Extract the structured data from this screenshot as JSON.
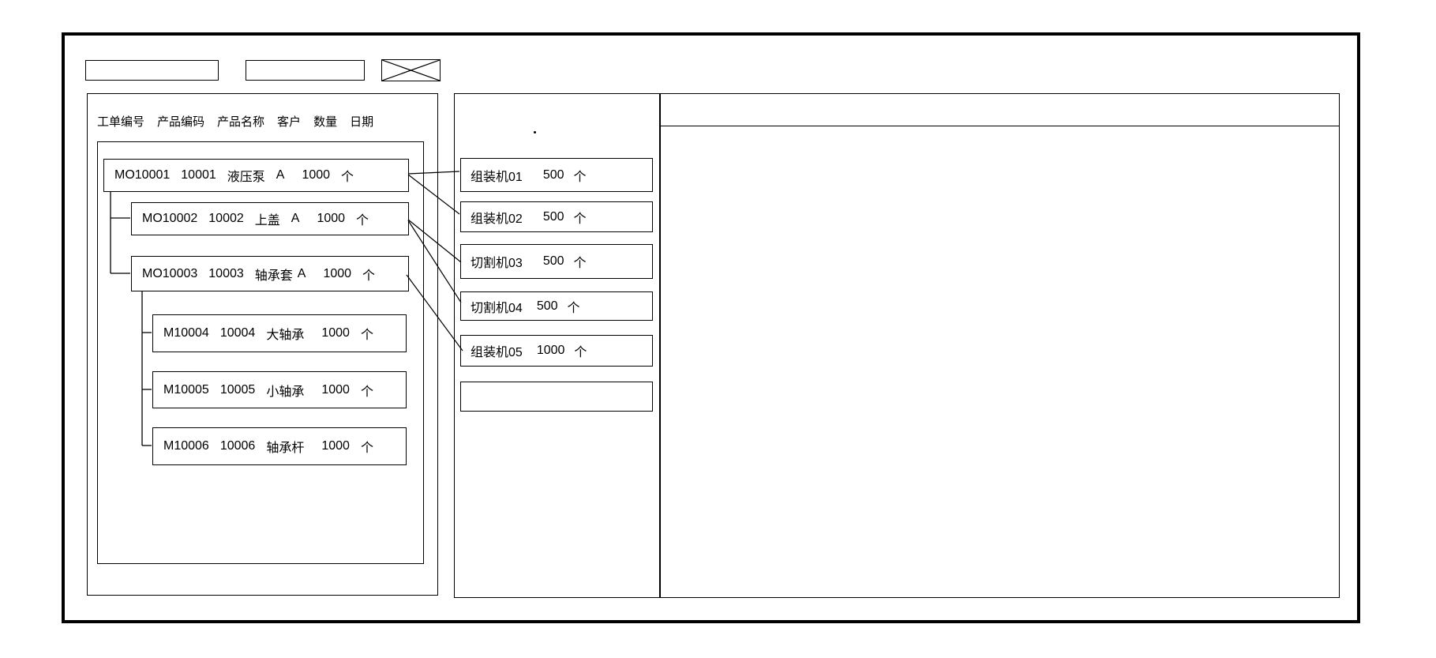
{
  "window": {
    "toolbar": {
      "field1": {
        "value": ""
      },
      "field2": {
        "value": ""
      },
      "x_box_icon": "x-cross-icon"
    }
  },
  "work_orders_panel": {
    "columns": [
      "工单编号",
      "产品编码",
      "产品名称",
      "客户",
      "数量",
      "日期"
    ],
    "orders": [
      {
        "id": "MO10001",
        "code": "10001",
        "name": "液压泵",
        "customer": "A",
        "qty": "1000",
        "unit": "个"
      },
      {
        "id": "MO10002",
        "code": "10002",
        "name": "上盖",
        "customer": "A",
        "qty": "1000",
        "unit": "个"
      },
      {
        "id": "MO10003",
        "code": "10003",
        "name": "轴承套",
        "customer": "A",
        "qty": "1000",
        "unit": "个"
      },
      {
        "id": "M10004",
        "code": "10004",
        "name": "大轴承",
        "qty": "1000",
        "unit": "个"
      },
      {
        "id": "M10005",
        "code": "10005",
        "name": "小轴承",
        "qty": "1000",
        "unit": "个"
      },
      {
        "id": "M10006",
        "code": "10006",
        "name": "轴承杆",
        "qty": "1000",
        "unit": "个"
      }
    ]
  },
  "machines_panel": {
    "machines": [
      {
        "name": "组装机01",
        "qty": "500",
        "unit": "个"
      },
      {
        "name": "组装机02",
        "qty": "500",
        "unit": "个"
      },
      {
        "name": "切割机03",
        "qty": "500",
        "unit": "个"
      },
      {
        "name": "切割机04",
        "qty": "500",
        "unit": "个"
      },
      {
        "name": "组装机05",
        "qty": "1000",
        "unit": "个"
      }
    ],
    "empty_slot": ""
  },
  "right_panel": {
    "content": ""
  },
  "assignments": [
    {
      "from": "MO10001",
      "to": "组装机01"
    },
    {
      "from": "MO10001",
      "to": "组装机02"
    },
    {
      "from": "MO10002",
      "to": "切割机03"
    },
    {
      "from": "MO10002",
      "to": "切割机04"
    },
    {
      "from": "MO10003",
      "to": "组装机05"
    }
  ],
  "colors": {
    "stroke": "#000000",
    "background": "#ffffff"
  }
}
